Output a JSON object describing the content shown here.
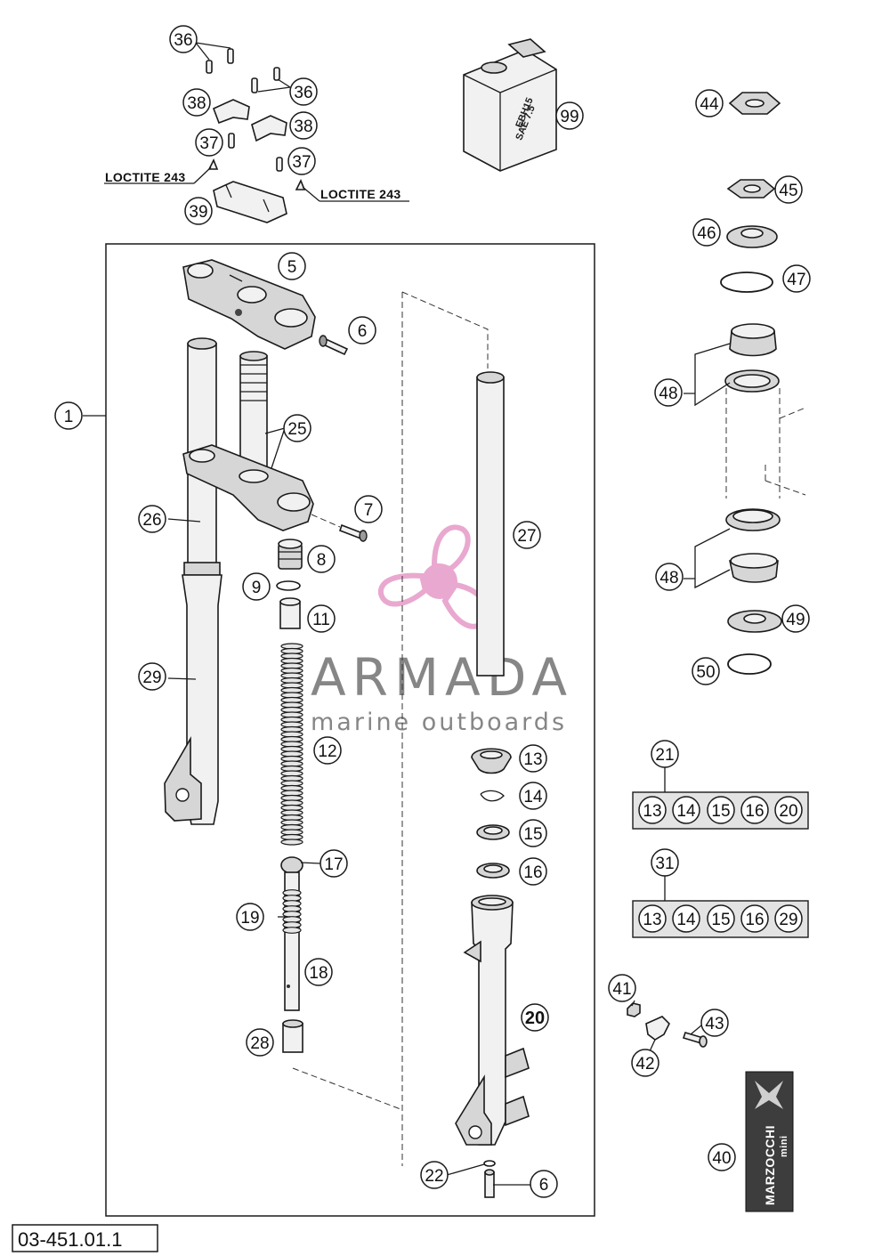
{
  "diagram": {
    "part_number": "03-451.01.1",
    "loctite_label": "LOCTITE 243",
    "can_label_line1": "EBH15",
    "can_label_line2": "SAE 7.5",
    "logo_text": "MARZOCCHI",
    "logo_subtext": "mini",
    "watermark": {
      "brand": "ARMADA",
      "tagline": "marine outboards",
      "color": "#e9a8cf"
    },
    "callouts": [
      "1",
      "5",
      "6",
      "7",
      "8",
      "9",
      "11",
      "12",
      "13",
      "14",
      "15",
      "16",
      "17",
      "18",
      "19",
      "20",
      "22",
      "25",
      "26",
      "27",
      "28",
      "29",
      "36",
      "37",
      "38",
      "39",
      "40",
      "41",
      "42",
      "43",
      "44",
      "45",
      "46",
      "47",
      "48",
      "49",
      "50",
      "99",
      "21",
      "31"
    ],
    "kit_21": {
      "label": "21",
      "items": [
        "13",
        "14",
        "15",
        "16",
        "20"
      ]
    },
    "kit_31": {
      "label": "31",
      "items": [
        "13",
        "14",
        "15",
        "16",
        "29"
      ]
    }
  }
}
